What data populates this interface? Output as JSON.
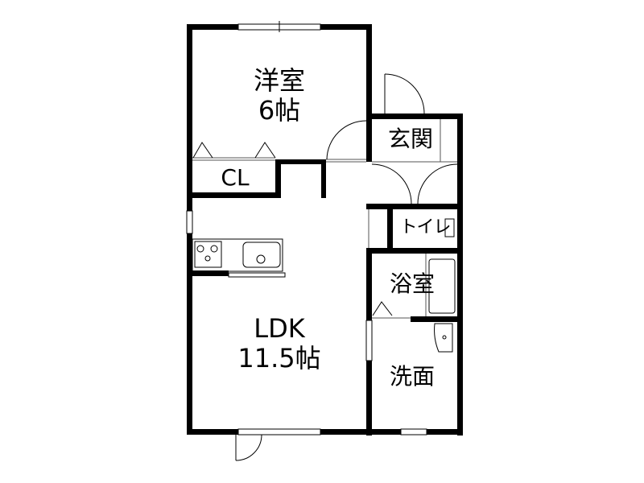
{
  "floor_plan": {
    "rooms": [
      {
        "id": "western-room",
        "name": "洋室",
        "size": "6帖"
      },
      {
        "id": "closet",
        "name": "CL"
      },
      {
        "id": "entrance",
        "name": "玄関"
      },
      {
        "id": "toilet",
        "name": "トイレ"
      },
      {
        "id": "bathroom",
        "name": "浴室"
      },
      {
        "id": "ldk",
        "name": "LDK",
        "size": "11.5帖"
      },
      {
        "id": "washroom",
        "name": "洗面"
      }
    ],
    "colors": {
      "wall": "#000000",
      "background": "#ffffff",
      "thin_line": "#555555"
    }
  }
}
